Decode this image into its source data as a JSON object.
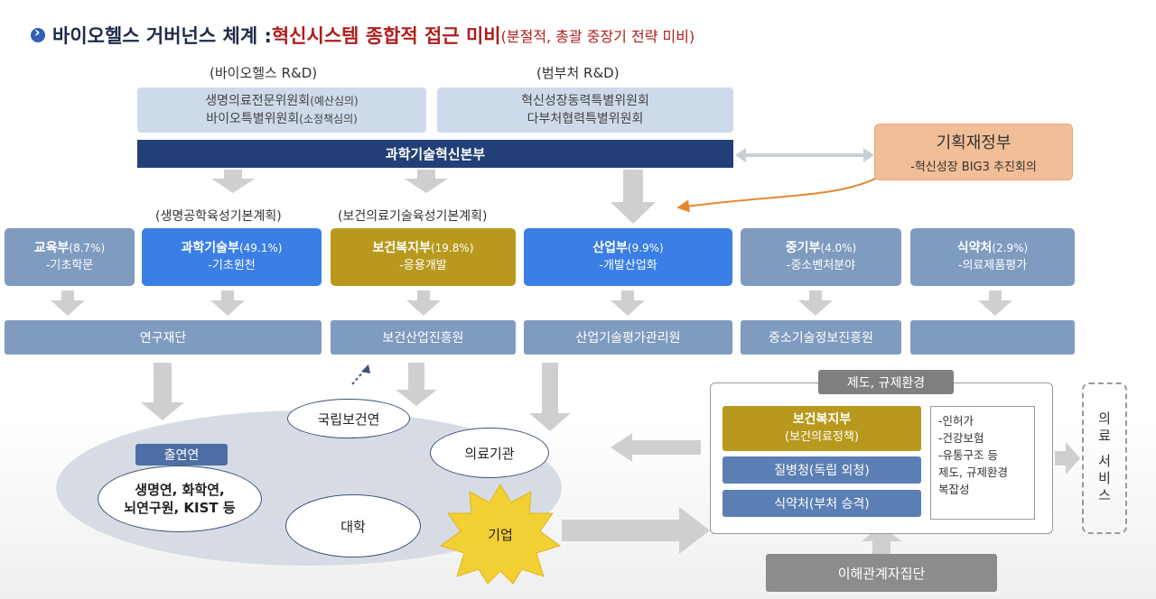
{
  "title": {
    "main": "바이오헬스 거버넌스 체계 : ",
    "emphasis": "혁신시스템 종합적 접근 미비",
    "sub": "(분절적, 총괄 중장기 전략 미비)"
  },
  "sections": {
    "bio_rnd": "(바이오헬스 R&D)",
    "cross_rnd": "(범부처 R&D)"
  },
  "committees": {
    "left_line1": "생명의료전문위원회",
    "left_line1_sub": "(예산심의)",
    "left_line2": "바이오특별위원회",
    "left_line2_sub": "(소정책심의)",
    "right_line1": "혁신성장동력특별위원회",
    "right_line2": "다부처협력특별위원회"
  },
  "main_bar": "과학기술혁신본부",
  "mof": {
    "name": "기획재정부",
    "desc": "-혁신성장 BIG3 추진회의"
  },
  "plans": {
    "left": "(생명공학육성기본계획)",
    "right": "(보건의료기술육성기본계획)"
  },
  "ministries": [
    {
      "name": "교육부",
      "pct": "(8.7%)",
      "desc": "-기초학문"
    },
    {
      "name": "과학기술부",
      "pct": "(49.1%)",
      "desc": "-기초원천"
    },
    {
      "name": "보건복지부",
      "pct": "(19.8%)",
      "desc": "-응용개발"
    },
    {
      "name": "산업부",
      "pct": "(9.9%)",
      "desc": "-개발산업화"
    },
    {
      "name": "중기부",
      "pct": "(4.0%)",
      "desc": "-중소벤처분야"
    },
    {
      "name": "식약처",
      "pct": "(2.9%)",
      "desc": "-의료제품평가"
    }
  ],
  "agencies": [
    "연구재단",
    "보건산업진흥원",
    "산업기술평가관리원",
    "중소기술정보진흥원",
    ""
  ],
  "ecosystem": {
    "chulyeon": "출연연",
    "institutes": "생명연, 화학연,\n뇌연구원, KIST 등",
    "nih": "국립보건연",
    "hospital": "의료기관",
    "university": "대학",
    "company": "기업"
  },
  "regulation": {
    "title": "제도, 규제환경",
    "mohw": "보건복지부",
    "mohw_sub": "(보건의료정책)",
    "kdca": "질병청(독립 외청)",
    "mfds": "식약처(부처 승격)",
    "list": [
      "-인허가",
      "-건강보험",
      "-유통구조 등",
      "제도, 규제환경",
      "복잡성"
    ]
  },
  "medical_service": "의료 서비스",
  "stakeholders": "이해관계자집단",
  "colors": {
    "navy": "#223f78",
    "blue": "#3a7ee6",
    "gold": "#b8991e",
    "gray_blue": "#7f9bc0",
    "orange": "#f2be98",
    "red": "#b01c1c"
  }
}
